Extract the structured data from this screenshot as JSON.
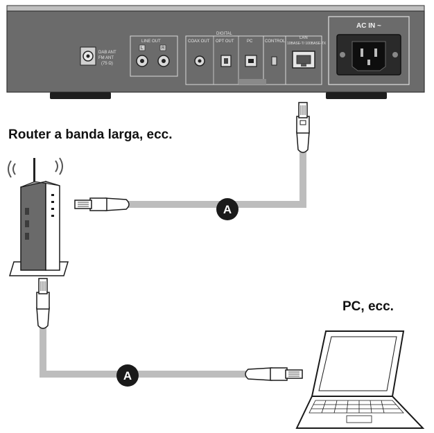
{
  "labels": {
    "router": "Router a banda larga, ecc.",
    "pc": "PC, ecc.",
    "cable_badge_1": "A",
    "cable_badge_2": "A"
  },
  "panel": {
    "dab_ant": "DAB ANT",
    "fm_ant": "FM ANT",
    "fm_ant_ohm": "(75 Ω)",
    "line_out": "LINE OUT",
    "line_out_l": "L",
    "line_out_r": "R",
    "digital": "DIGITAL",
    "coax_out": "COAX OUT",
    "opt_out": "OPT OUT",
    "pc": "PC",
    "control": "CONTROL",
    "lan": "LAN",
    "lan_speed": "10BASE-T/ 100BASE-TX",
    "ac_in": "AC IN ~"
  },
  "colors": {
    "panel": "#6b6b6b",
    "cable": "#bdbdbd",
    "outline": "#1a1a1a",
    "badge": "#1a1a1a"
  }
}
